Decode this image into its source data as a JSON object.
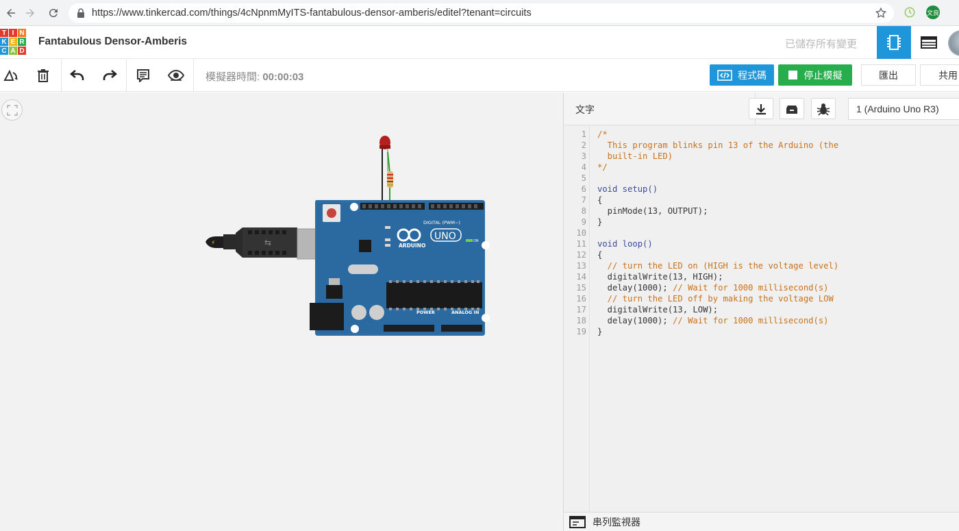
{
  "browser": {
    "url": "https://www.tinkercad.com/things/4cNpnmMyITS-fantabulous-densor-amberis/editel?tenant=circuits",
    "profile_initials": "文良"
  },
  "header": {
    "logo_letters": [
      "T",
      "I",
      "N",
      "K",
      "E",
      "R",
      "C",
      "A",
      "D"
    ],
    "logo_colors": [
      "#e5392d",
      "#e5392d",
      "#f47b20",
      "#1e96d9",
      "#f7b21a",
      "#27ad4c",
      "#1e96d9",
      "#8cc63f",
      "#e5392d"
    ],
    "project_title": "Fantabulous Densor-Amberis",
    "saved_status": "已儲存所有變更"
  },
  "toolbar": {
    "sim_time_label": "模擬器時間:",
    "sim_time_value": "00:00:03",
    "code_button": "程式碼",
    "stop_button": "停止模擬",
    "export_button": "匯出",
    "share_button": "共用"
  },
  "board": {
    "brand": "ARDUINO",
    "model": "UNO",
    "digital_label": "DIGITAL (PWM~)",
    "power_label": "POWER",
    "analog_label": "ANALOG IN",
    "on_label": "ON"
  },
  "code_panel": {
    "mode_label": "文字",
    "device_select": "1 (Arduino Uno R3)",
    "serial_monitor": "串列監視器",
    "lines": [
      {
        "n": "1",
        "text": "/*",
        "kind": "com"
      },
      {
        "n": "2",
        "text": "  This program blinks pin 13 of the Arduino (the",
        "kind": "com"
      },
      {
        "n": "3",
        "text": "  built-in LED)",
        "kind": "com"
      },
      {
        "n": "4",
        "text": "*/",
        "kind": "com"
      },
      {
        "n": "5",
        "text": "",
        "kind": "plain"
      },
      {
        "n": "6",
        "text": "void setup()",
        "kind": "kw"
      },
      {
        "n": "7",
        "text": "{",
        "kind": "plain"
      },
      {
        "n": "8",
        "text": "  pinMode(13, OUTPUT);",
        "kind": "plain"
      },
      {
        "n": "9",
        "text": "}",
        "kind": "plain"
      },
      {
        "n": "10",
        "text": "",
        "kind": "plain"
      },
      {
        "n": "11",
        "text": "void loop()",
        "kind": "kw"
      },
      {
        "n": "12",
        "text": "{",
        "kind": "plain"
      },
      {
        "n": "13",
        "text": "  // turn the LED on (HIGH is the voltage level)",
        "kind": "com"
      },
      {
        "n": "14",
        "text": "  digitalWrite(13, HIGH);",
        "kind": "plain"
      },
      {
        "n": "15",
        "text": "  delay(1000); // Wait for 1000 millisecond(s)",
        "kind": "mixed"
      },
      {
        "n": "16",
        "text": "  // turn the LED off by making the voltage LOW",
        "kind": "com"
      },
      {
        "n": "17",
        "text": "  digitalWrite(13, LOW);",
        "kind": "plain"
      },
      {
        "n": "18",
        "text": "  delay(1000); // Wait for 1000 millisecond(s)",
        "kind": "mixed"
      },
      {
        "n": "19",
        "text": "}",
        "kind": "plain"
      }
    ]
  }
}
